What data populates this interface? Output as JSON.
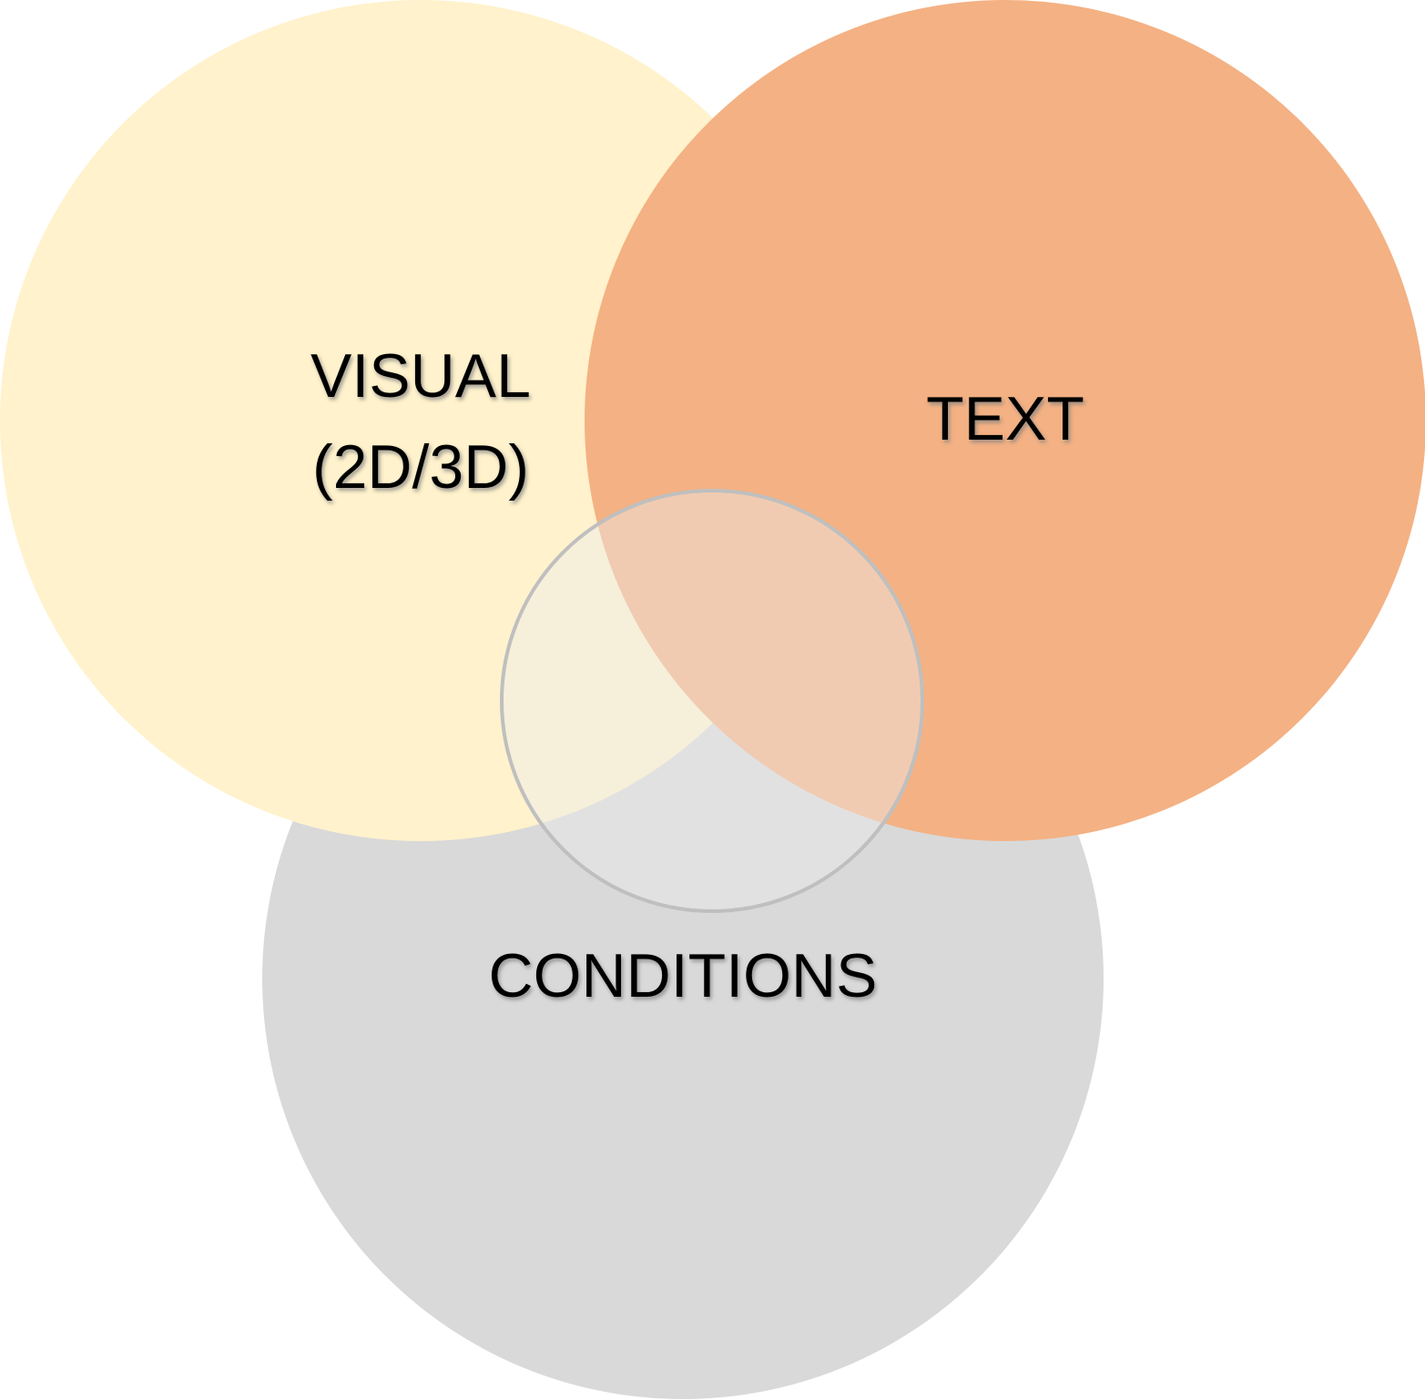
{
  "diagram": {
    "sets": [
      {
        "id": "visual",
        "label_lines": [
          "VISUAL",
          "(2D/3D)"
        ],
        "color": "#FFF2CC"
      },
      {
        "id": "text",
        "label_lines": [
          "TEXT"
        ],
        "color": "#F4B183"
      },
      {
        "id": "conditions",
        "label_lines": [
          "CONDITIONS"
        ],
        "color": "#D9D9D9"
      }
    ],
    "center_overlay": {
      "color": "#EBEBEB",
      "stroke_color": "#BFBFBF"
    },
    "text_shadow_color": "#808080"
  }
}
